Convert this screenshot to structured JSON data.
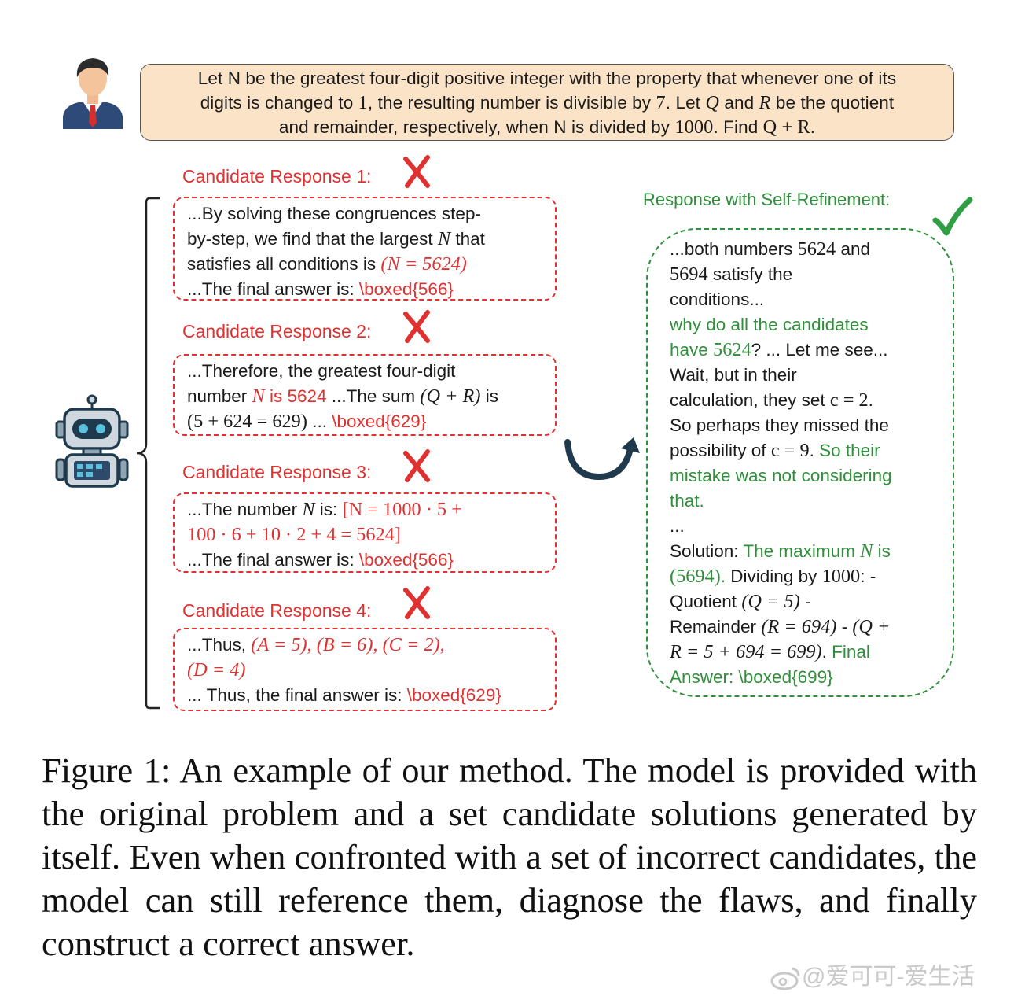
{
  "problem": {
    "p1": "Let N be the greatest four-digit positive integer with the property that whenever one of its",
    "p2a": "digits is changed to ",
    "p2b": "1",
    "p2c": ", the resulting number is divisible by ",
    "p2d": "7",
    "p2e": ". Let ",
    "p2f": "Q",
    "p2g": " and ",
    "p2h": "R",
    "p2i": " be the quotient",
    "p3a": "and remainder, respectively, when N is divided by ",
    "p3b": "1000",
    "p3c": ". Find ",
    "p3d": "Q + R",
    "p3e": "."
  },
  "candidates": [
    {
      "label": "Candidate Response 1:",
      "l1": "...By solving these congruences step-",
      "l2a": "by-step, we find that the largest ",
      "l2b": "N",
      "l2c": " that",
      "l3a": "satisfies all conditions is ",
      "l3b": "(N = 5624)",
      "l4a": "...The final answer is: ",
      "l4b": "\\boxed{566}"
    },
    {
      "label": "Candidate Response 2:",
      "l1": "...Therefore, the greatest four-digit",
      "l2a": "number ",
      "l2b": "N",
      "l2c": " is 5624",
      "l2d": " ...The sum ",
      "l2e": "(Q + R)",
      "l2f": " is",
      "l3a": "(5 + 624 = 629)",
      "l3b": " ... ",
      "l3c": "\\boxed{629}"
    },
    {
      "label": "Candidate Response 3:",
      "l1a": "...The number ",
      "l1b": "N",
      "l1c": " is: ",
      "l1d": "[N = 1000 · 5 +",
      "l2": "100 · 6 + 10 · 2 + 4 = 5624]",
      "l3a": "...The final answer is: ",
      "l3b": "\\boxed{566}"
    },
    {
      "label": "Candidate Response 4:",
      "l1a": "...Thus, ",
      "l1b": "(A = 5), (B = 6), (C = 2),",
      "l2": "(D = 4)",
      "l3a": "... Thus, the final answer is: ",
      "l3b": "\\boxed{629}"
    }
  ],
  "refinement": {
    "label": "Response with Self-Refinement:",
    "r1a": "...both numbers ",
    "r1b": "5624",
    "r1c": " and",
    "r2a": "5694",
    "r2b": " satisfy the",
    "r3": "conditions...",
    "r4": "why do all the candidates",
    "r5a": "have ",
    "r5b": "5624",
    "r5c": "? ... Let me see...",
    "r6": "Wait, but in their",
    "r7a": "calculation, they set ",
    "r7b": "c = 2",
    "r7c": ".",
    "r8": "So perhaps they missed the",
    "r9a": "possibility of ",
    "r9b": "c = 9",
    "r9c": ". ",
    "r9d": "So their",
    "r10": "mistake was not considering",
    "r11": "that.",
    "r12": "...",
    "r13a": "Solution: ",
    "r13b": "The maximum ",
    "r13c": "N",
    "r13d": " is",
    "r14a": "(5694)",
    "r14b": ".",
    "r14c": " Dividing by ",
    "r14d": "1000",
    "r14e": ": -",
    "r15a": "Quotient ",
    "r15b": "(Q = 5)",
    "r15c": " -",
    "r16a": "Remainder ",
    "r16b": "(R = 694)",
    "r16c": " - ",
    "r16d": "(Q +",
    "r17a": "R = 5 + 694 = 699)",
    "r17b": ". ",
    "r17c": "Final",
    "r18": "Answer: \\boxed{699}"
  },
  "caption": "Figure 1: An example of our method. The model is provided with the original problem and a set candidate solutions generated by itself. Even when confronted with a set of incorrect candidates, the model can still reference them, diagnose the flaws, and finally construct a correct answer.",
  "watermark": "@爱可可-爱生活",
  "colors": {
    "red": "#e03131",
    "green": "#2f8f3a",
    "problem_bg": "#fbe3c8",
    "navy": "#1f3a4d"
  },
  "icons": [
    "person-avatar-icon",
    "robot-icon",
    "cross-mark-icon",
    "check-mark-icon",
    "curved-arrow-icon",
    "weibo-logo-icon"
  ]
}
